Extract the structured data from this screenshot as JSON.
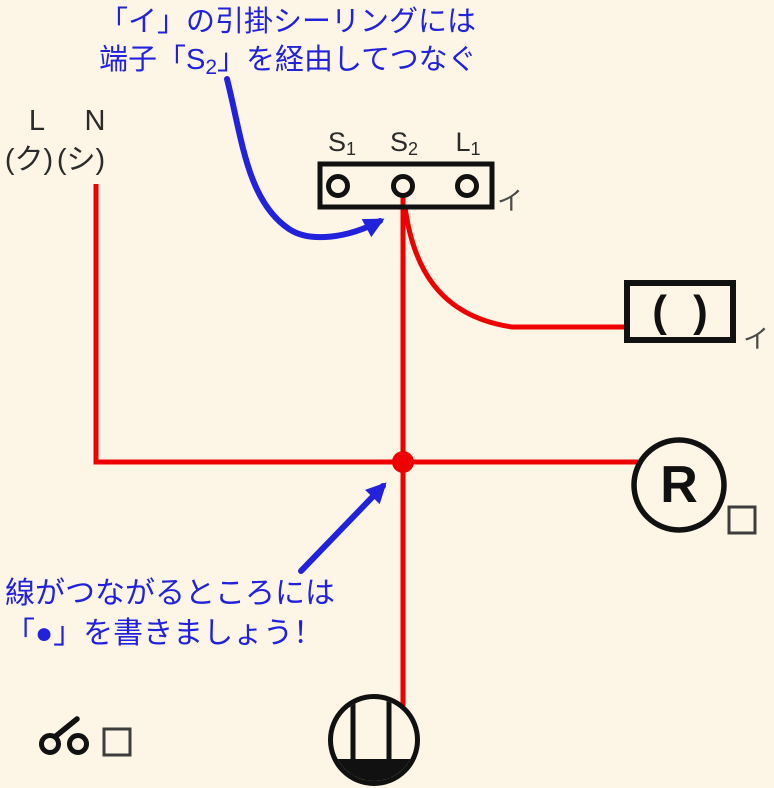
{
  "diagram": {
    "background_color": "#fdf6e6",
    "wire_color": "#ee0000",
    "annotation_color": "#2222dd",
    "device_color": "#111111"
  },
  "top_note": {
    "line1": "「イ」の引掛シーリングには",
    "line2_prefix": "端子「S",
    "line2_sub": "2",
    "line2_suffix": "」を経由してつなぐ"
  },
  "junction_note": {
    "line1": "線がつながるところには",
    "line2": "「●」を書きましょう！"
  },
  "power_source": {
    "live_label": "L",
    "live_wire": "(ク)",
    "neutral_label": "N",
    "neutral_wire": "(シ)"
  },
  "terminal_block": {
    "terminals": [
      {
        "main": "S",
        "sub": "1"
      },
      {
        "main": "S",
        "sub": "2"
      },
      {
        "main": "L",
        "sub": "1"
      }
    ],
    "circuit_label": "イ"
  },
  "ceiling_rosette": {
    "symbol": "( )",
    "circuit_label": "イ"
  },
  "lamp_receptacle": {
    "letter": "R"
  }
}
